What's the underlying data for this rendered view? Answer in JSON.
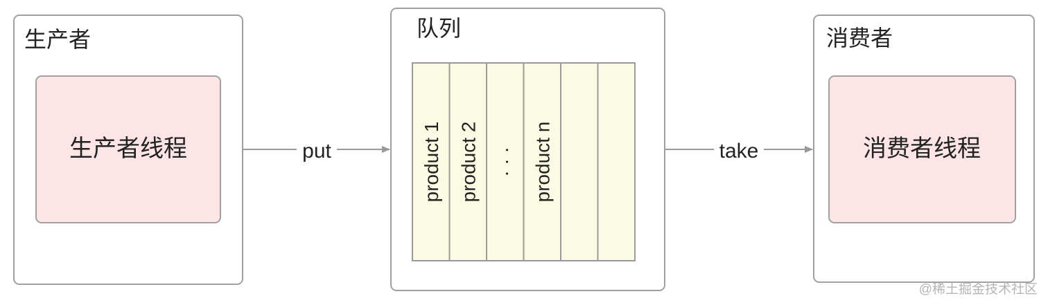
{
  "producer": {
    "title": "生产者",
    "thread": "生产者线程"
  },
  "queue": {
    "title": "队列",
    "slots": [
      "product 1",
      "product 2",
      "· · ·",
      "product n",
      "",
      ""
    ]
  },
  "consumer": {
    "title": "消费者",
    "thread": "消费者线程"
  },
  "arrows": {
    "put": "put",
    "take": "take"
  },
  "watermark": "@稀土掘金技术社区",
  "colors": {
    "thread_fill": "#fde4e6",
    "slot_fill": "#fbfbe3",
    "border": "#9a9a9a"
  }
}
